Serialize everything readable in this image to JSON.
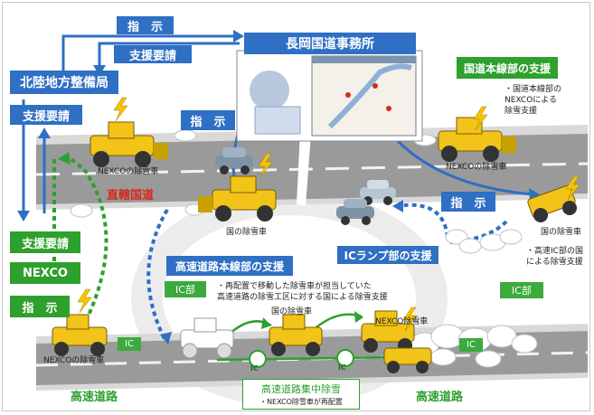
{
  "top_instruct": "指　示",
  "top_support_request": "支援要請",
  "hokuriku_bureau": "北陸地方整備局",
  "left_support_request_top": "支援要請",
  "left_support_request_mid": "支援要請",
  "nexco": "NEXCO",
  "left_instruct": "指　示",
  "nagaoka_office": "長岡国道事務所",
  "instruct_mid": "指　示",
  "instruct_right": "指　示",
  "nat_mainline_title": "国道本線部の支援",
  "nat_mainline_note": "・国道本線部の\nNEXCOによる\n除雪支援",
  "nexco_plow_upper_left": "NEXCOの除雪車",
  "nexco_plow_upper_right": "NEXCOの除雪車",
  "direct_national_road": "直轄国道",
  "nat_plow_center": "国の除雪車",
  "nat_plow_right": "国の除雪車",
  "ic_ramp_support": "ICランプ部の支援",
  "ramp_note": "・高速IC部の国\nによる除雪支援",
  "expressway_mainline_support": "高速道路本線部の支援",
  "reloc_note": "・再配置で移動した除雪車が担当していた\n高速道路の除雪工区に対する国による除雪支援",
  "ic_section_left": "IC部",
  "ic_section_right": "IC部",
  "nat_plow_lower": "国の除雪車",
  "nexco_plow_lower_right": "NEXCO除雪車",
  "nexco_plow_lower_left": "NEXCOの除雪車",
  "ic_label": "IC",
  "expressway_left": "高速道路",
  "expressway_right": "高速道路",
  "concentrated_title": "高速道路集中除雪",
  "concentrated_note": "・NEXCO除雪車が再配置",
  "colors": {
    "blue": "#2f6fc4",
    "green": "#2ea02e",
    "road": "#8c8c8c",
    "red": "#d42a1e"
  }
}
